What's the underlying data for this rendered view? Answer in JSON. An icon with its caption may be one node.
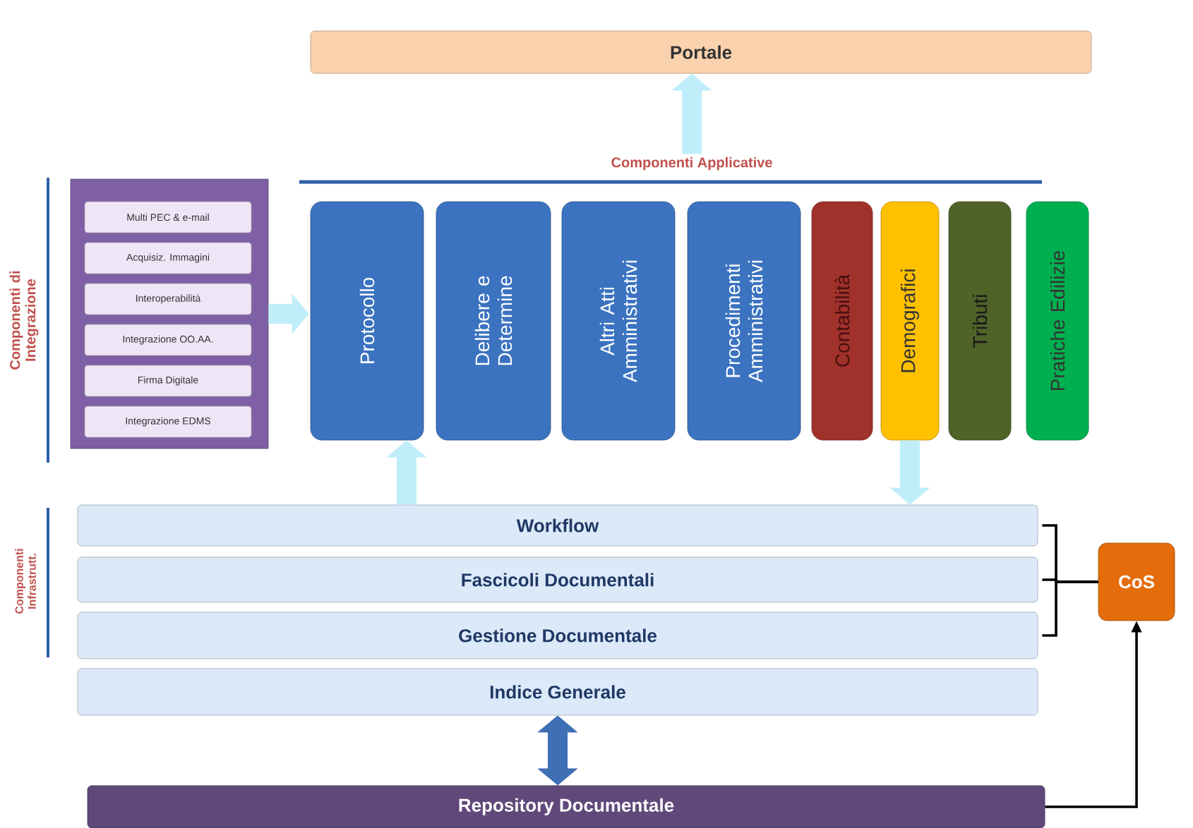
{
  "diagram": {
    "nodes": [
      {
        "text": [
          "Portale"
        ]
      },
      {
        "text": [
          "Componenti Applicative"
        ]
      },
      {
        "text": [],
        "shape": "box"
      },
      {
        "text": [
          "Multi PEC & e-mail"
        ],
        "in": 2
      },
      {
        "text": [
          "Acquisiz. Immagini"
        ],
        "in": 2
      },
      {
        "text": [
          "Interoperabilità"
        ],
        "in": 2
      },
      {
        "text": [
          "Integrazione OO.AA."
        ],
        "in": 2
      },
      {
        "text": [
          "Firma Digitale"
        ],
        "in": 2
      },
      {
        "text": [
          "Integrazione EDMS"
        ],
        "in": 2
      },
      {
        "text": [
          "Protocollo"
        ]
      },
      {
        "text": [
          "Delibere e Determine"
        ]
      },
      {
        "text": [
          "Altri Atti Amministrativi"
        ]
      },
      {
        "text": [
          "Procedimenti Amministrativi"
        ]
      },
      {
        "text": [
          "Contabilità"
        ]
      },
      {
        "text": [
          "Demografici"
        ]
      },
      {
        "text": [
          "Tributi"
        ]
      },
      {
        "text": [
          "Pratiche Edilizie"
        ]
      },
      {
        "text": [
          "Workflow"
        ]
      },
      {
        "text": [
          "Fascicoli Documentali"
        ]
      },
      {
        "text": [
          "Gestione Documentale"
        ]
      },
      {
        "text": [
          "Indice Generale"
        ]
      },
      {
        "text": [
          "Repository Documentale"
        ]
      },
      {
        "text": [
          "CoS"
        ]
      }
    ],
    "edges": [
      {
        "from": 1,
        "to": 0,
        "arrow": "to"
      },
      {
        "from": 2,
        "to": 9,
        "arrow": "to"
      },
      {
        "from": 17,
        "to": 9,
        "arrow": "to"
      },
      {
        "from": 14,
        "to": 17,
        "arrow": "to"
      },
      {
        "from": 17,
        "to": 22,
        "arrow": "none",
        "color": "#000000"
      },
      {
        "from": 18,
        "to": 22,
        "arrow": "none",
        "color": "#000000"
      },
      {
        "from": 19,
        "to": 22,
        "arrow": "none",
        "color": "#000000"
      },
      {
        "from": 20,
        "to": 21,
        "arrow": "both",
        "color": "#3f6fb5"
      },
      {
        "from": 21,
        "to": 22,
        "arrow": "to",
        "color": "#000000"
      }
    ],
    "labels": [
      "Componenti di Integrazione",
      "Componenti Infrastrutt."
    ]
  }
}
